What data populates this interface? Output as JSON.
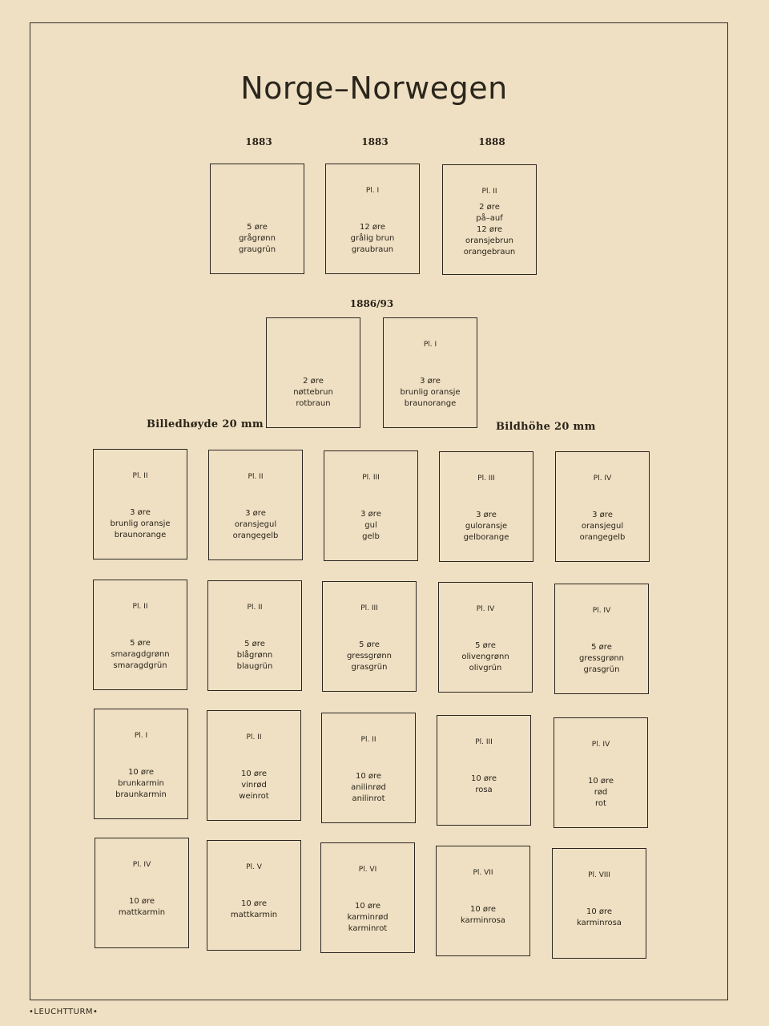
{
  "title": "Norge–Norwegen",
  "years": [
    "1883",
    "1883",
    "1888",
    "1886/93"
  ],
  "notes": {
    "left": "Billedhøyde 20 mm",
    "right": "Bildhöhe 20 mm"
  },
  "brand": "•LEUCHTTURM•",
  "boxes": [
    {
      "plate": "",
      "lines": [
        "5 øre",
        "grågrønn",
        "graugrün"
      ]
    },
    {
      "plate": "Pl. I",
      "lines": [
        "12 øre",
        "grålig brun",
        "graubraun"
      ]
    },
    {
      "plate": "Pl. II",
      "lines": [
        "2 øre",
        "på–auf",
        "12 øre",
        "oransjebrun",
        "orangebraun"
      ]
    },
    {
      "plate": "",
      "lines": [
        "2 øre",
        "nøttebrun",
        "rotbraun"
      ]
    },
    {
      "plate": "Pl. I",
      "lines": [
        "3 øre",
        "brunlig oransje",
        "braunorange"
      ]
    },
    {
      "plate": "Pl. II",
      "lines": [
        "3 øre",
        "brunlig oransje",
        "braunorange"
      ]
    },
    {
      "plate": "Pl. II",
      "lines": [
        "3 øre",
        "oransjegul",
        "orangegelb"
      ]
    },
    {
      "plate": "Pl. III",
      "lines": [
        "3 øre",
        "gul",
        "gelb"
      ]
    },
    {
      "plate": "Pl. III",
      "lines": [
        "3 øre",
        "guloransje",
        "gelborange"
      ]
    },
    {
      "plate": "Pl. IV",
      "lines": [
        "3 øre",
        "oransjegul",
        "orangegelb"
      ]
    },
    {
      "plate": "Pl. II",
      "lines": [
        "5 øre",
        "smaragdgrønn",
        "smaragdgrün"
      ]
    },
    {
      "plate": "Pl. II",
      "lines": [
        "5 øre",
        "blågrønn",
        "blaugrün"
      ]
    },
    {
      "plate": "Pl. III",
      "lines": [
        "5 øre",
        "gressgrønn",
        "grasgrün"
      ]
    },
    {
      "plate": "Pl. IV",
      "lines": [
        "5 øre",
        "olivengrønn",
        "olivgrün"
      ]
    },
    {
      "plate": "Pl. IV",
      "lines": [
        "5 øre",
        "gressgrønn",
        "grasgrün"
      ]
    },
    {
      "plate": "Pl. I",
      "lines": [
        "10 øre",
        "brunkarmin",
        "braunkarmin"
      ]
    },
    {
      "plate": "Pl. II",
      "lines": [
        "10 øre",
        "vinrød",
        "weinrot"
      ]
    },
    {
      "plate": "Pl. II",
      "lines": [
        "10 øre",
        "anilinrød",
        "anilinrot"
      ]
    },
    {
      "plate": "Pl. III",
      "lines": [
        "10 øre",
        "rosa"
      ]
    },
    {
      "plate": "Pl. IV",
      "lines": [
        "10 øre",
        "rød",
        "rot"
      ]
    },
    {
      "plate": "Pl. IV",
      "lines": [
        "10 øre",
        "mattkarmin"
      ]
    },
    {
      "plate": "Pl. V",
      "lines": [
        "10 øre",
        "mattkarmin"
      ]
    },
    {
      "plate": "Pl. VI",
      "lines": [
        "10 øre",
        "karminrød",
        "karminrot"
      ]
    },
    {
      "plate": "Pl. VII",
      "lines": [
        "10 øre",
        "karminrosa"
      ]
    },
    {
      "plate": "Pl. VIII",
      "lines": [
        "10 øre",
        "karminrosa"
      ]
    }
  ]
}
